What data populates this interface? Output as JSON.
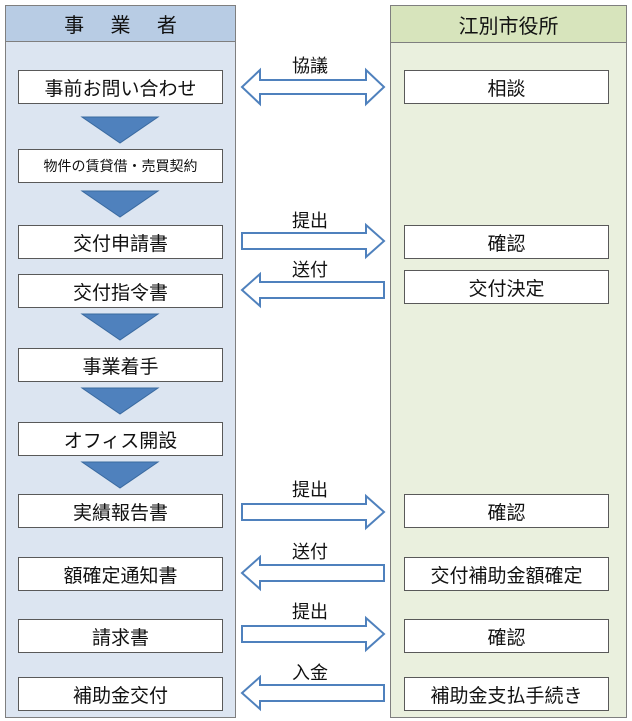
{
  "left": {
    "title": "事 業 者",
    "steps": [
      "事前お問い合わせ",
      "物件の賃貸借・売買契約",
      "交付申請書",
      "交付指令書",
      "事業着手",
      "オフィス開設",
      "実績報告書",
      "額確定通知書",
      "請求書",
      "補助金交付"
    ]
  },
  "right": {
    "title": "江別市役所",
    "steps": [
      "相談",
      "確認",
      "交付決定",
      "確認",
      "交付補助金額確定",
      "確認",
      "補助金支払手続き"
    ]
  },
  "arrows": {
    "consult": "協議",
    "submit_application": "提出",
    "send_directive": "送付",
    "submit_report": "提出",
    "send_notice": "送付",
    "submit_invoice": "提出",
    "payment": "入金"
  },
  "colors": {
    "left_panel": "#dce5f1",
    "left_header": "#b8cce4",
    "right_panel": "#eaf0de",
    "right_header": "#d7e4bc",
    "flow_arrow": "#4f81bd",
    "exchange_arrow_border": "#4f81bd"
  }
}
